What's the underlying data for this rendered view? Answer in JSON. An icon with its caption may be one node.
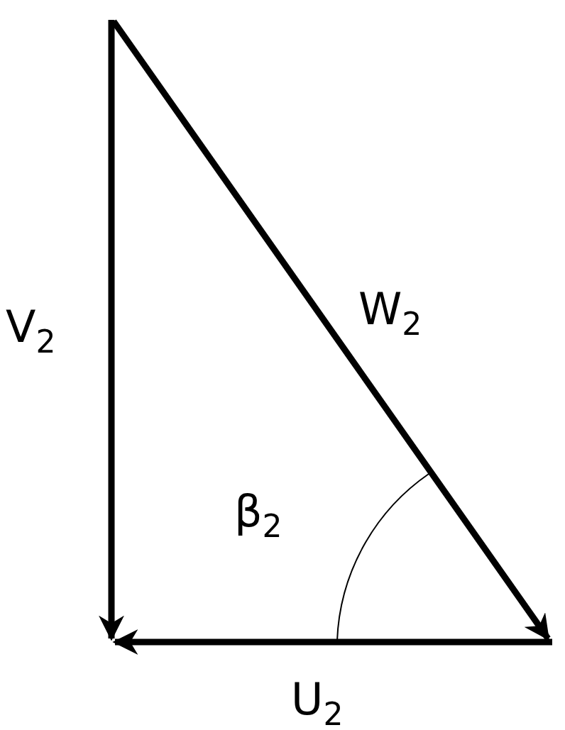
{
  "diagram": {
    "labels": [
      "V$_{2}$",
      "W$_{2}$",
      "β$_{2}$",
      "U$_{2}$"
    ]
  }
}
